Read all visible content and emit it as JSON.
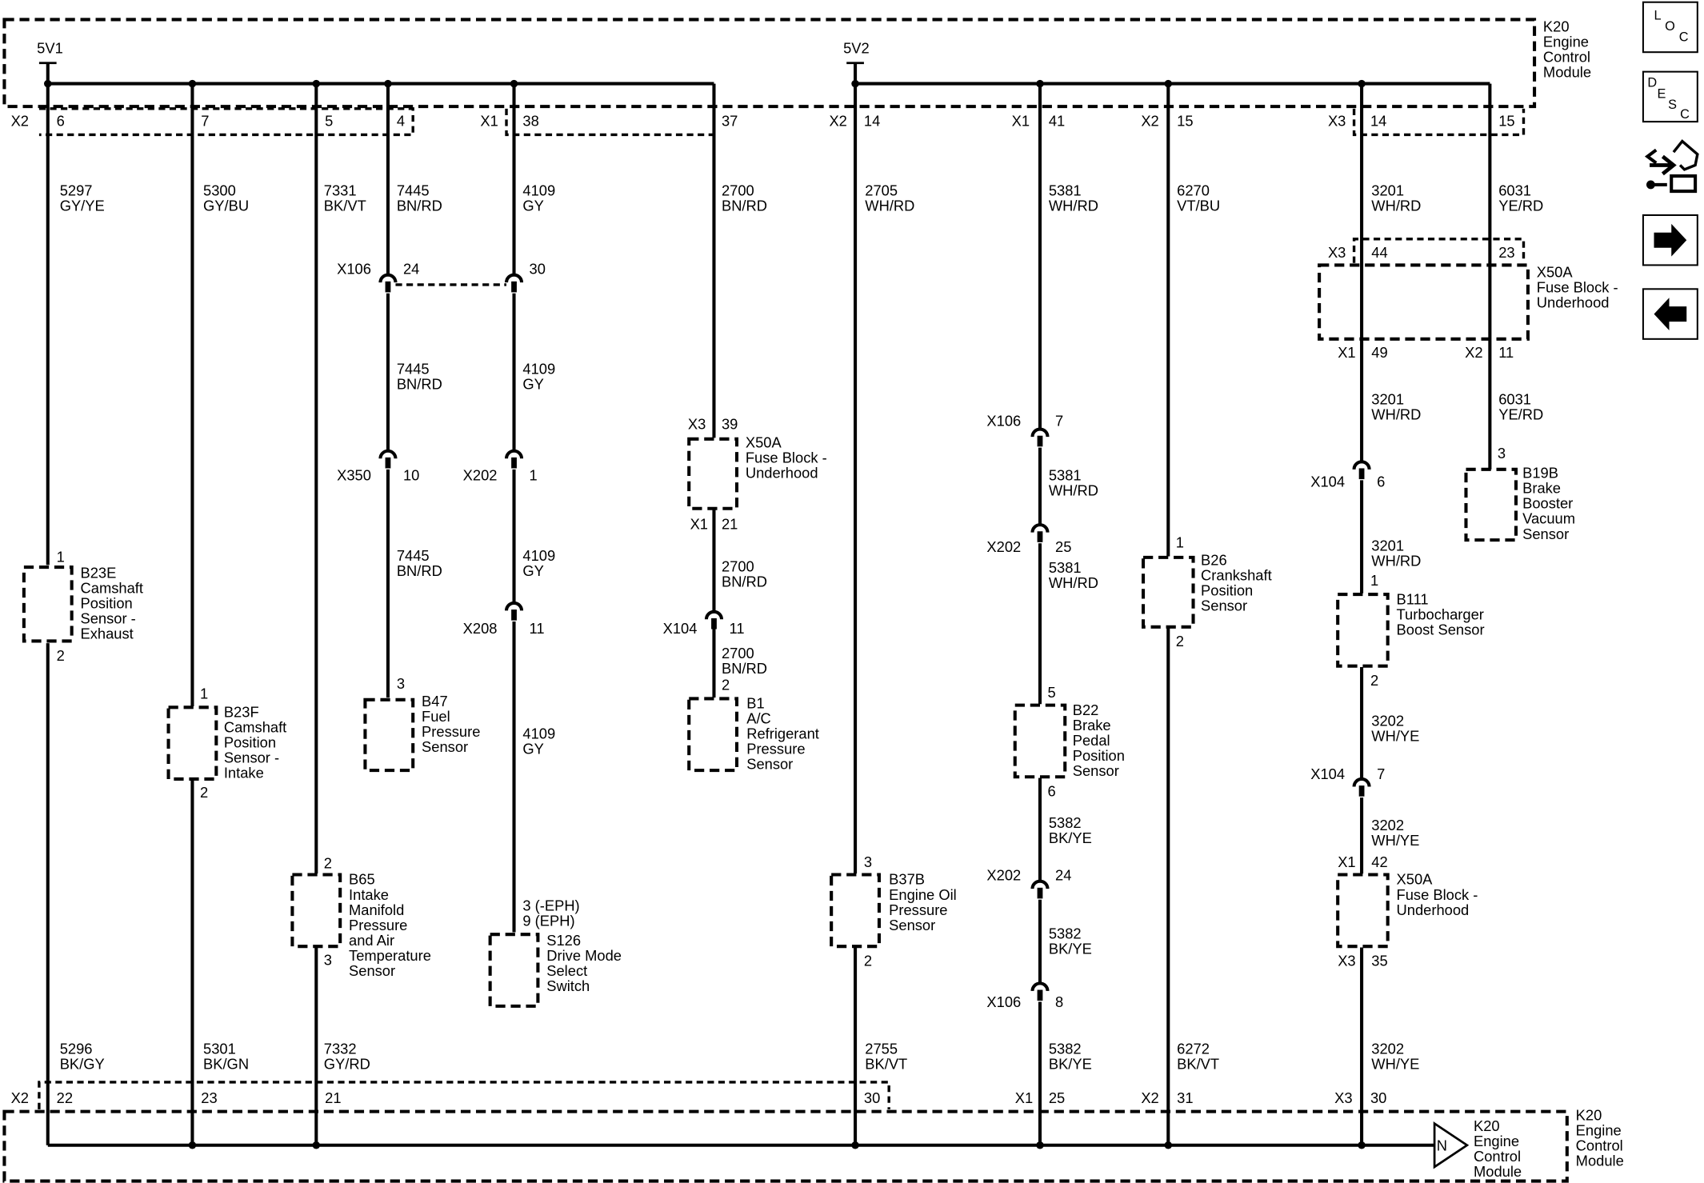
{
  "module": {
    "top_name": "K20",
    "top_desc": [
      "Engine",
      "Control",
      "Module"
    ],
    "bottom_name": "K20",
    "bottom_desc": [
      "Engine",
      "Control",
      "Module"
    ],
    "node_symbol": "N",
    "bottom_inner_name": "K20",
    "bottom_inner_desc": [
      "Engine",
      "Control",
      "Module"
    ]
  },
  "rails": {
    "left": "5V1",
    "right": "5V2"
  },
  "top_pins": [
    {
      "conn": "X2",
      "pin": "6"
    },
    {
      "pin": "7"
    },
    {
      "pin": "5"
    },
    {
      "pin": "4"
    },
    {
      "conn": "X1",
      "pin": "38"
    },
    {
      "pin": "37"
    },
    {
      "conn": "X2",
      "pin": "14"
    },
    {
      "conn": "X1",
      "pin": "41"
    },
    {
      "conn": "X2",
      "pin": "15"
    },
    {
      "conn": "X3",
      "pin": "14"
    },
    {
      "pin": "15"
    }
  ],
  "bottom_pins": [
    {
      "conn": "X2",
      "pin": "22"
    },
    {
      "pin": "23"
    },
    {
      "pin": "21"
    },
    {
      "pin": "30"
    },
    {
      "conn": "X1",
      "pin": "25"
    },
    {
      "conn": "X2",
      "pin": "31"
    },
    {
      "conn": "X3",
      "pin": "30"
    }
  ],
  "wires": [
    {
      "circuit": "5297",
      "color": "GY/YE"
    },
    {
      "circuit": "5300",
      "color": "GY/BU"
    },
    {
      "circuit": "7331",
      "color": "BK/VT"
    },
    {
      "circuit": "7445",
      "color": "BN/RD"
    },
    {
      "circuit": "4109",
      "color": "GY"
    },
    {
      "circuit": "2700",
      "color": "BN/RD"
    },
    {
      "circuit": "2705",
      "color": "WH/RD"
    },
    {
      "circuit": "5381",
      "color": "WH/RD"
    },
    {
      "circuit": "6270",
      "color": "VT/BU"
    },
    {
      "circuit": "3201",
      "color": "WH/RD"
    },
    {
      "circuit": "6031",
      "color": "YE/RD"
    },
    {
      "circuit": "7445",
      "color": "BN/RD"
    },
    {
      "circuit": "4109",
      "color": "GY"
    },
    {
      "circuit": "7445",
      "color": "BN/RD"
    },
    {
      "circuit": "4109",
      "color": "GY"
    },
    {
      "circuit": "4109",
      "color": "GY"
    },
    {
      "circuit": "2700",
      "color": "BN/RD"
    },
    {
      "circuit": "2700",
      "color": "BN/RD"
    },
    {
      "circuit": "5381",
      "color": "WH/RD"
    },
    {
      "circuit": "5381",
      "color": "WH/RD"
    },
    {
      "circuit": "5382",
      "color": "BK/YE"
    },
    {
      "circuit": "5382",
      "color": "BK/YE"
    },
    {
      "circuit": "5382",
      "color": "BK/YE"
    },
    {
      "circuit": "3201",
      "color": "WH/RD"
    },
    {
      "circuit": "6031",
      "color": "YE/RD"
    },
    {
      "circuit": "3201",
      "color": "WH/RD"
    },
    {
      "circuit": "3202",
      "color": "WH/YE"
    },
    {
      "circuit": "3202",
      "color": "WH/YE"
    },
    {
      "circuit": "5296",
      "color": "BK/GY"
    },
    {
      "circuit": "5301",
      "color": "BK/GN"
    },
    {
      "circuit": "7332",
      "color": "GY/RD"
    },
    {
      "circuit": "2755",
      "color": "BK/VT"
    },
    {
      "circuit": "6272",
      "color": "BK/VT"
    },
    {
      "circuit": "3202",
      "color": "WH/YE"
    }
  ],
  "inline": [
    {
      "conn": "X106",
      "pin": "24"
    },
    {
      "pin": "30"
    },
    {
      "conn": "X350",
      "pin": "10"
    },
    {
      "conn": "X202",
      "pin": "1"
    },
    {
      "conn": "X208",
      "pin": "11"
    },
    {
      "conn": "X104",
      "pin": "11"
    },
    {
      "conn": "X106",
      "pin": "7"
    },
    {
      "conn": "X202",
      "pin": "25"
    },
    {
      "conn": "X202",
      "pin": "24"
    },
    {
      "conn": "X106",
      "pin": "8"
    },
    {
      "conn": "X104",
      "pin": "6"
    },
    {
      "conn": "X104",
      "pin": "7"
    }
  ],
  "components": [
    {
      "id": "B23E",
      "desc": [
        "Camshaft",
        "Position",
        "Sensor -",
        "Exhaust"
      ],
      "pin_top": "1",
      "pin_bottom": "2"
    },
    {
      "id": "B23F",
      "desc": [
        "Camshaft",
        "Position",
        "Sensor -",
        "Intake"
      ],
      "pin_top": "1",
      "pin_bottom": "2"
    },
    {
      "id": "B65",
      "desc": [
        "Intake",
        "Manifold",
        "Pressure",
        "and Air",
        "Temperature",
        "Sensor"
      ],
      "pin_top": "2",
      "pin_bottom": "3"
    },
    {
      "id": "B47",
      "desc": [
        "Fuel",
        "Pressure",
        "Sensor"
      ],
      "pin_top": "3"
    },
    {
      "id": "S126",
      "desc": [
        "Drive Mode",
        "Select",
        "Switch"
      ],
      "pin_top": "3 (-EPH)",
      "pin_top2": "9 (EPH)"
    },
    {
      "id": "B1",
      "desc": [
        "A/C",
        "Refrigerant",
        "Pressure",
        "Sensor"
      ],
      "pin_top": "2"
    },
    {
      "id": "B37B",
      "desc": [
        "Engine Oil",
        "Pressure",
        "Sensor"
      ],
      "pin_top": "3",
      "pin_bottom": "2"
    },
    {
      "id": "B22",
      "desc": [
        "Brake",
        "Pedal",
        "Position",
        "Sensor"
      ],
      "pin_top": "5",
      "pin_bottom": "6"
    },
    {
      "id": "B26",
      "desc": [
        "Crankshaft",
        "Position",
        "Sensor"
      ],
      "pin_top": "1",
      "pin_bottom": "2"
    },
    {
      "id": "B111",
      "desc": [
        "Turbocharger",
        "Boost Sensor"
      ],
      "pin_top": "1",
      "pin_bottom": "2"
    },
    {
      "id": "B19B",
      "desc": [
        "Brake",
        "Booster",
        "Vacuum",
        "Sensor"
      ],
      "pin_top": "3"
    }
  ],
  "fuse_blocks": [
    {
      "id": "X50A",
      "desc": [
        "Fuse Block -",
        "Underhood"
      ],
      "top_conn": "X3",
      "top_pin": "39",
      "bottom_conn": "X1",
      "bottom_pin": "21"
    },
    {
      "id": "X50A",
      "desc": [
        "Fuse Block -",
        "Underhood"
      ],
      "top_conn": "X3",
      "top_pin_a": "44",
      "top_pin_b": "23",
      "bottom_conn_a": "X1",
      "bottom_pin_a": "49",
      "bottom_conn_b": "X2",
      "bottom_pin_b": "11"
    },
    {
      "id": "X50A",
      "desc": [
        "Fuse Block -",
        "Underhood"
      ],
      "top_conn": "X1",
      "top_pin": "42",
      "bottom_conn": "X3",
      "bottom_pin": "35"
    }
  ],
  "sidebar": {
    "loc": [
      "L",
      "O",
      "C"
    ],
    "desc": [
      "D",
      "E",
      "S",
      "C"
    ],
    "icons": [
      "connector-tool-icon",
      "arrow-right-icon",
      "arrow-left-icon"
    ]
  }
}
